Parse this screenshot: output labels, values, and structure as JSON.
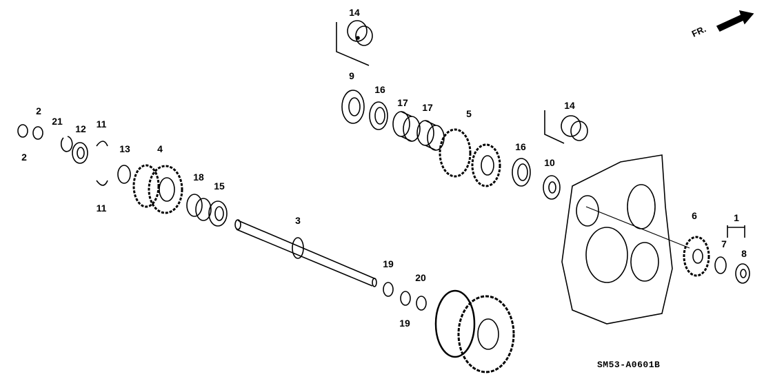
{
  "diagram_code": "SM53-A0601B",
  "direction_marker": "FR.",
  "callouts": [
    {
      "id": "c14a",
      "text": "14"
    },
    {
      "id": "c9",
      "text": "9"
    },
    {
      "id": "c16a",
      "text": "16"
    },
    {
      "id": "c17a",
      "text": "17"
    },
    {
      "id": "c17b",
      "text": "17"
    },
    {
      "id": "c5",
      "text": "5"
    },
    {
      "id": "c14b",
      "text": "14"
    },
    {
      "id": "c16b",
      "text": "16"
    },
    {
      "id": "c10",
      "text": "10"
    },
    {
      "id": "c2a",
      "text": "2"
    },
    {
      "id": "c2b",
      "text": "2"
    },
    {
      "id": "c21",
      "text": "21"
    },
    {
      "id": "c12",
      "text": "12"
    },
    {
      "id": "c11a",
      "text": "11"
    },
    {
      "id": "c11b",
      "text": "11"
    },
    {
      "id": "c13",
      "text": "13"
    },
    {
      "id": "c4",
      "text": "4"
    },
    {
      "id": "c18",
      "text": "18"
    },
    {
      "id": "c15",
      "text": "15"
    },
    {
      "id": "c3",
      "text": "3"
    },
    {
      "id": "c19a",
      "text": "19"
    },
    {
      "id": "c19b",
      "text": "19"
    },
    {
      "id": "c20",
      "text": "20"
    },
    {
      "id": "c6",
      "text": "6"
    },
    {
      "id": "c1",
      "text": "1"
    },
    {
      "id": "c7",
      "text": "7"
    },
    {
      "id": "c8",
      "text": "8"
    }
  ]
}
